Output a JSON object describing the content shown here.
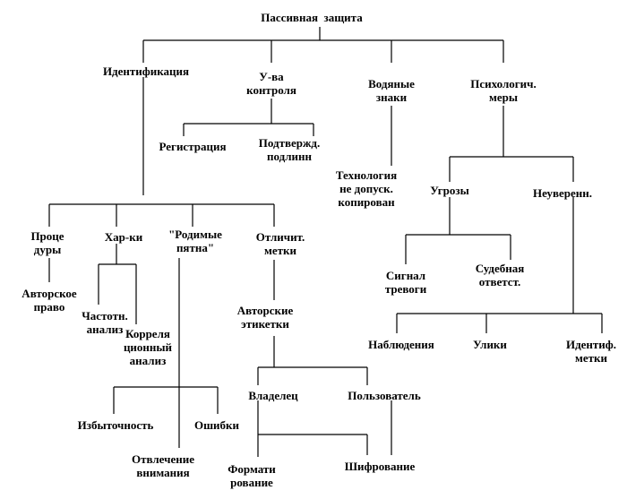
{
  "diagram": {
    "root": "Пассивная  защита",
    "identification": "Идентификация",
    "control": "У-ва\nконтроля",
    "watermarks": "Водяные\nзнаки",
    "psych": "Психологич.\nмеры",
    "registration": "Регистрация",
    "authenticity": "Подтвержд.\nподлинн",
    "copy_tech": "Технология\nне допуск.\nкопирован",
    "threats": "Угрозы",
    "uncertainty": "Неуверенн.",
    "procedures": "Проце\nдуры",
    "characteristics": "Хар-ки",
    "birthmarks": "\"Родимые\nпятна\"",
    "distinct_marks": "Отличит.\nметки",
    "alarm": "Сигнал\nтревоги",
    "liability": "Судебная\nответст.",
    "copyright": "Авторское\nправо",
    "freq_analysis": "Частотн.\nанализ",
    "correlation": "Корреля\nционный\nанализ",
    "author_labels": "Авторские\nэтикетки",
    "observations": "Наблюдения",
    "evidence": "Улики",
    "ident_marks": "Идентиф.\nметки",
    "owner": "Владелец",
    "user": "Пользователь",
    "redundancy": "Избыточность",
    "errors": "Ошибки",
    "distraction": "Отвлечение\nвнимания",
    "formatting": "Формати\nрование",
    "encryption": "Шифрование"
  }
}
